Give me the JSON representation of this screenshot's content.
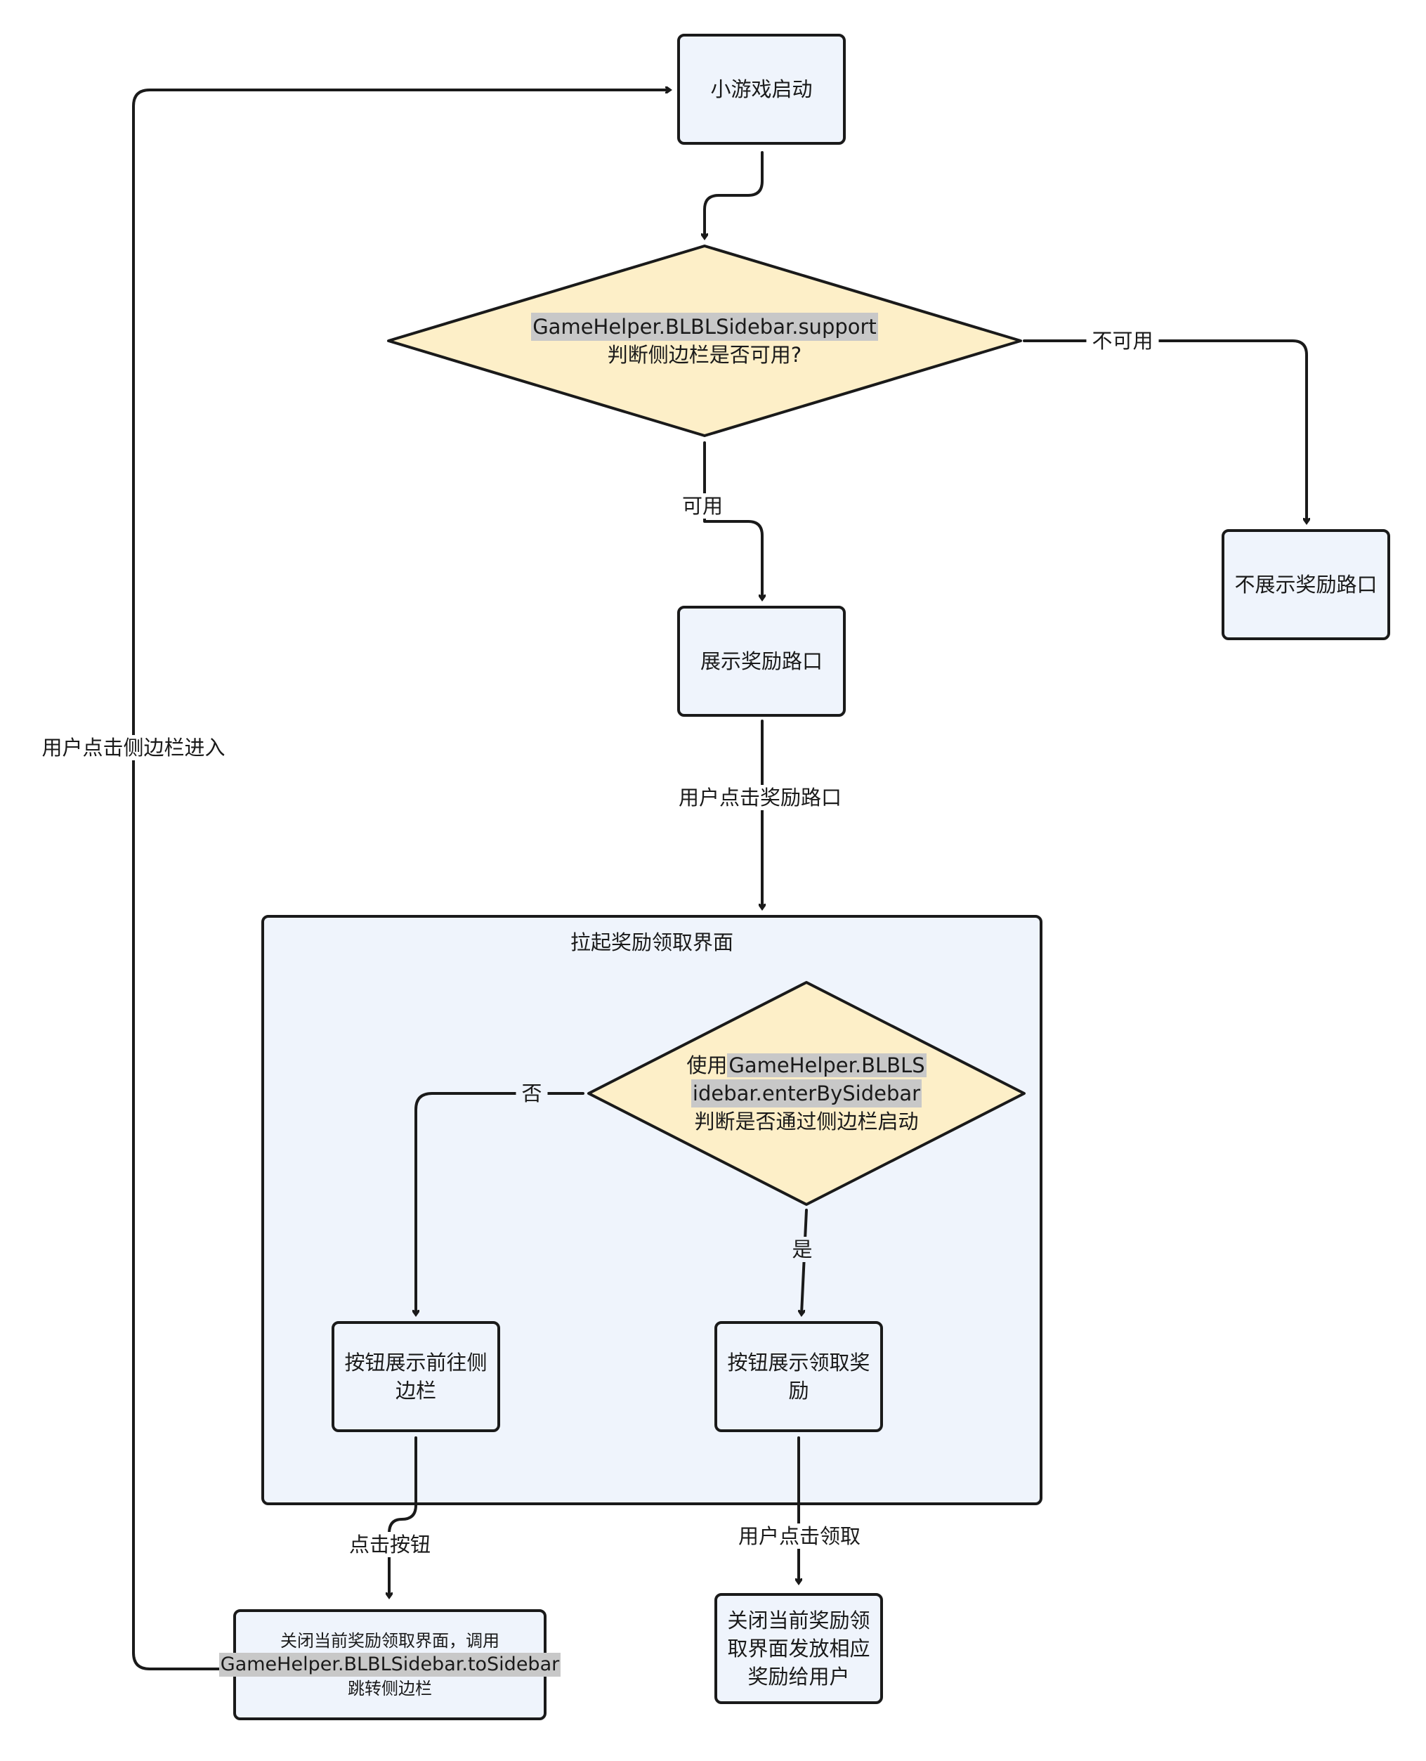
{
  "nodes": {
    "start": "小游戏启动",
    "check_support": {
      "code": "GameHelper.BLBLSidebar.support",
      "text": "判断侧边栏是否可用?"
    },
    "no_entry": "不展示奖励路口",
    "show_entry": "展示奖励路口",
    "group_title": "拉起奖励领取界面",
    "check_enter": {
      "prefix": "使用",
      "code1": "GameHelper.BLBLS",
      "code2": "idebar.enterBySidebar",
      "text": "判断是否通过侧边栏启动"
    },
    "btn_go_sidebar": {
      "line1": "按钮展示前往侧",
      "line2": "边栏"
    },
    "btn_claim": {
      "line1": "按钮展示领取奖",
      "line2": "励"
    },
    "close_to_sidebar": {
      "line1": "关闭当前奖励领取界面，调用",
      "code": "GameHelper.BLBLSidebar.toSidebar",
      "line3": "跳转侧边栏"
    },
    "close_reward": {
      "line1": "关闭当前奖励领",
      "line2": "取界面发放相应",
      "line3": "奖励给用户"
    }
  },
  "edge_labels": {
    "unavailable": "不可用",
    "available": "可用",
    "user_click_entry": "用户点击奖励路口",
    "no": "否",
    "yes": "是",
    "click_button": "点击按钮",
    "user_click_claim": "用户点击领取",
    "user_enter_sidebar": "用户点击侧边栏进入"
  },
  "colors": {
    "box_fill": "#eff4fc",
    "decision_fill": "#fdefc8",
    "stroke": "#1a1a1a",
    "code_highlight": "#c8c8c8"
  }
}
